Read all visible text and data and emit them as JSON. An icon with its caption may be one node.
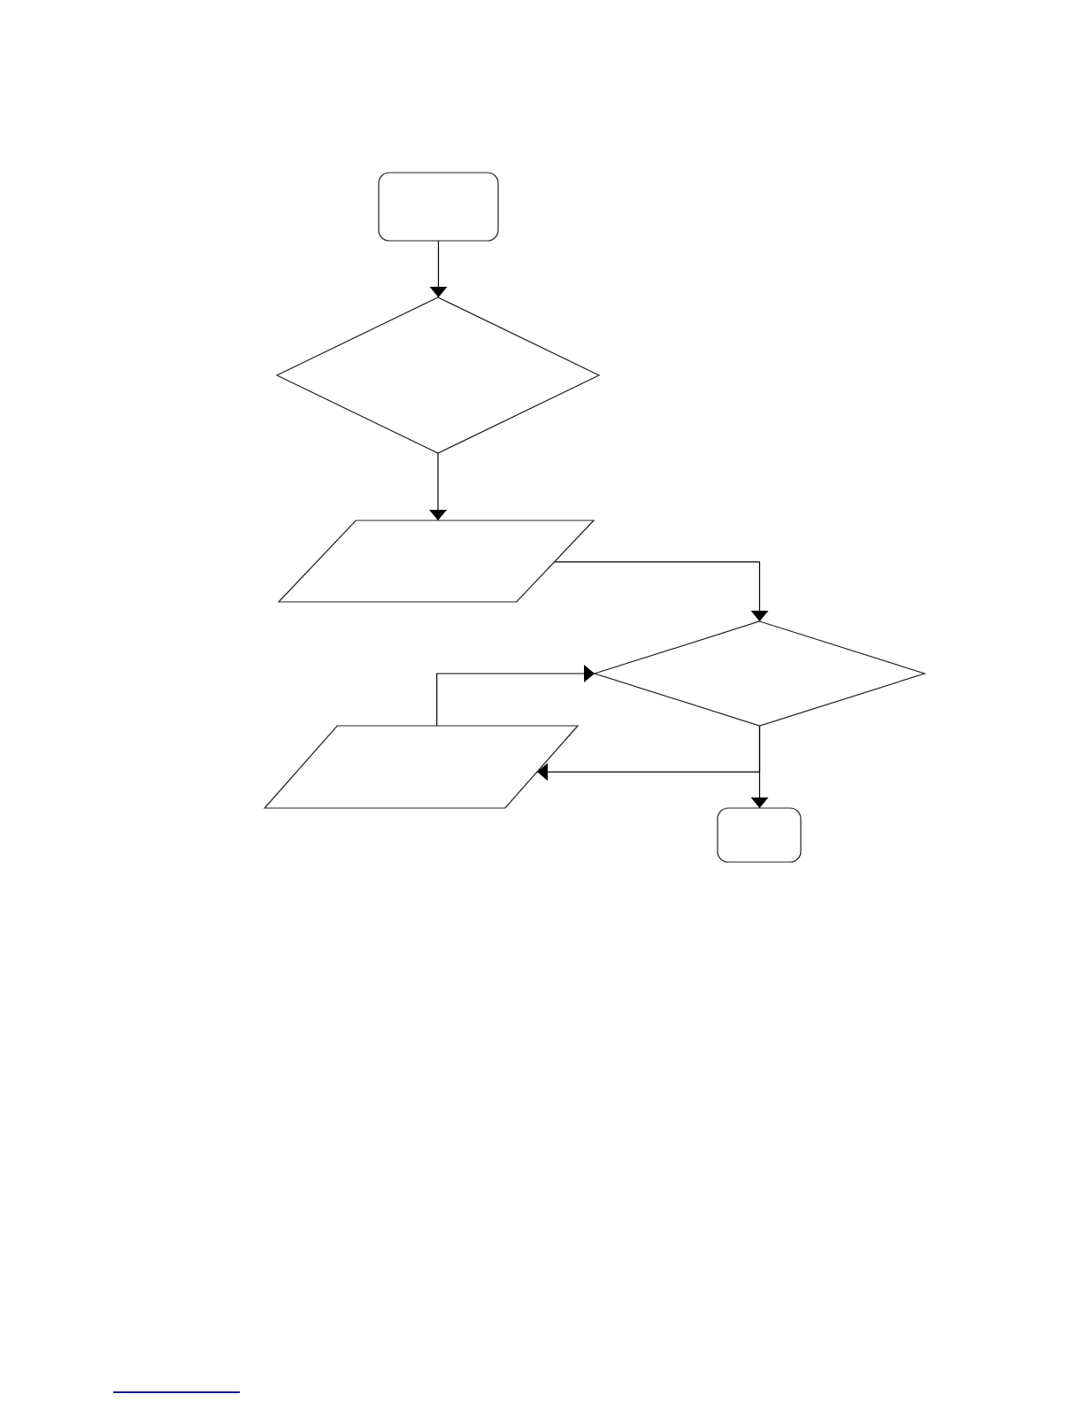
{
  "diagram": {
    "nodes": [
      {
        "text": [],
        "shape": "box"
      },
      {
        "text": [],
        "shape": "diamond"
      },
      {
        "text": [],
        "shape": "parallelogram"
      },
      {
        "text": [],
        "shape": "diamond"
      },
      {
        "text": [],
        "shape": "parallelogram"
      },
      {
        "text": [],
        "shape": "box"
      }
    ],
    "edges": [
      {
        "from": 0,
        "to": 1,
        "arrow": "to"
      },
      {
        "from": 1,
        "to": 2,
        "arrow": "to"
      },
      {
        "from": 2,
        "to": 3,
        "arrow": "to"
      },
      {
        "from": 3,
        "to": 4,
        "arrow": "to"
      },
      {
        "from": 3,
        "to": 5,
        "arrow": "to"
      },
      {
        "from": 4,
        "to": 3,
        "arrow": "to"
      }
    ]
  }
}
